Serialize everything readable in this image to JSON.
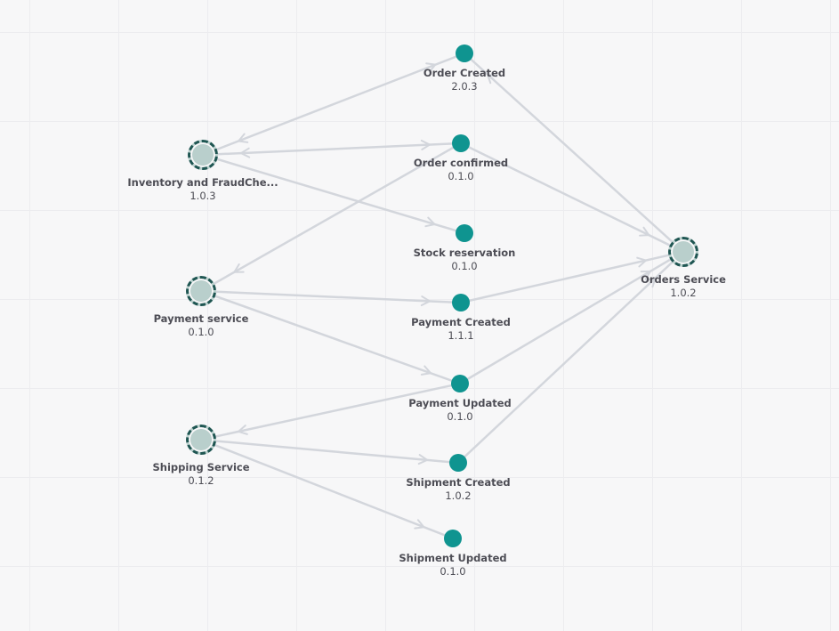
{
  "diagram": {
    "nodes": [
      {
        "id": "order-created",
        "kind": "event",
        "name": "Order Created",
        "version": "2.0.3"
      },
      {
        "id": "order-confirmed",
        "kind": "event",
        "name": "Order confirmed",
        "version": "0.1.0"
      },
      {
        "id": "stock-reservation",
        "kind": "event",
        "name": "Stock reservation",
        "version": "0.1.0"
      },
      {
        "id": "payment-created",
        "kind": "event",
        "name": "Payment Created",
        "version": "1.1.1"
      },
      {
        "id": "payment-updated",
        "kind": "event",
        "name": "Payment Updated",
        "version": "0.1.0"
      },
      {
        "id": "shipment-created",
        "kind": "event",
        "name": "Shipment Created",
        "version": "1.0.2"
      },
      {
        "id": "shipment-updated",
        "kind": "event",
        "name": "Shipment Updated",
        "version": "0.1.0"
      },
      {
        "id": "inventory-service",
        "kind": "service",
        "name": "Inventory and FraudChe...",
        "version": "1.0.3"
      },
      {
        "id": "payment-service",
        "kind": "service",
        "name": "Payment service",
        "version": "0.1.0"
      },
      {
        "id": "shipping-service",
        "kind": "service",
        "name": "Shipping Service",
        "version": "0.1.2"
      },
      {
        "id": "orders-service",
        "kind": "service",
        "name": "Orders Service",
        "version": "1.0.2"
      }
    ],
    "edges": [
      {
        "from": "inventory-service",
        "to": "order-created",
        "arrow_start": true,
        "arrow_end": true
      },
      {
        "from": "inventory-service",
        "to": "order-confirmed",
        "arrow_start": true,
        "arrow_end": true
      },
      {
        "from": "inventory-service",
        "to": "stock-reservation",
        "arrow_start": false,
        "arrow_end": true
      },
      {
        "from": "order-confirmed",
        "to": "payment-service",
        "arrow_start": false,
        "arrow_end": true
      },
      {
        "from": "payment-service",
        "to": "payment-created",
        "arrow_start": false,
        "arrow_end": true
      },
      {
        "from": "payment-service",
        "to": "payment-updated",
        "arrow_start": false,
        "arrow_end": true
      },
      {
        "from": "payment-updated",
        "to": "shipping-service",
        "arrow_start": false,
        "arrow_end": true
      },
      {
        "from": "shipping-service",
        "to": "shipment-created",
        "arrow_start": false,
        "arrow_end": true
      },
      {
        "from": "shipping-service",
        "to": "shipment-updated",
        "arrow_start": false,
        "arrow_end": true
      },
      {
        "from": "orders-service",
        "to": "order-created",
        "arrow_start": false,
        "arrow_end": true
      },
      {
        "from": "order-confirmed",
        "to": "orders-service",
        "arrow_start": false,
        "arrow_end": true
      },
      {
        "from": "payment-created",
        "to": "orders-service",
        "arrow_start": false,
        "arrow_end": true
      },
      {
        "from": "payment-updated",
        "to": "orders-service",
        "arrow_start": false,
        "arrow_end": true
      },
      {
        "from": "shipment-created",
        "to": "orders-service",
        "arrow_start": false,
        "arrow_end": true
      }
    ],
    "colors": {
      "event": "#0f9490",
      "service_fill": "#b9cfcc",
      "service_ring": "#1f5652",
      "edge": "#d3d6dc",
      "label": "#4d4d55"
    }
  }
}
